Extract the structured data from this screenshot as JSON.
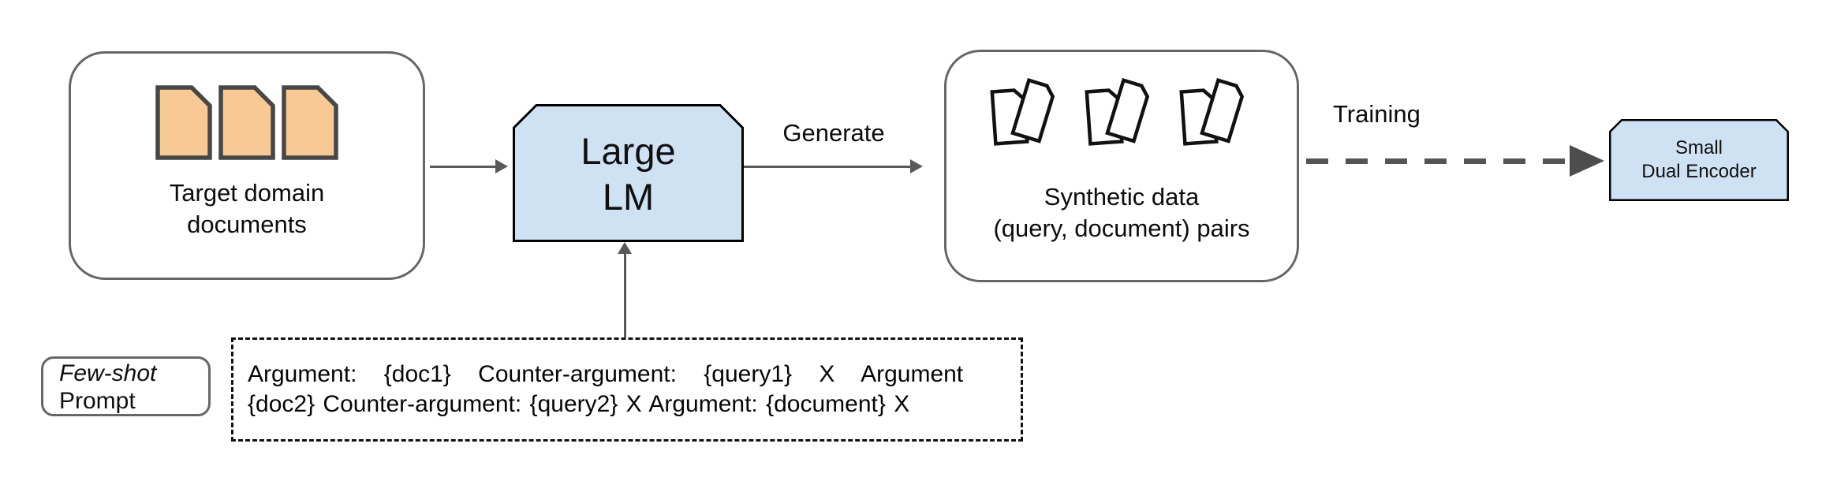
{
  "diagram": {
    "target_documents": {
      "label_line1": "Target domain",
      "label_line2": "documents"
    },
    "large_lm": {
      "label_line1": "Large",
      "label_line2": "LM"
    },
    "generate_label": "Generate",
    "synthetic_data": {
      "label_line1": "Synthetic data",
      "label_line2": "(query, document) pairs"
    },
    "training_label": "Training",
    "small_dual_encoder": {
      "label_line1": "Small",
      "label_line2": "Dual Encoder"
    },
    "few_shot_prompt": {
      "label_line1": "Few-shot",
      "label_line2": "Prompt"
    },
    "prompt_text": {
      "line1": "Argument:  {doc1}  Counter-argument:  {query1}  X  Argument",
      "line2": "{doc2} Counter-argument: {query2} X Argument: {document} X"
    }
  },
  "colors": {
    "document_fill": "#F8C995",
    "document_stroke": "#474747",
    "synthetic_document_fill": "#ffffff",
    "synthetic_document_stroke": "#111111",
    "model_box_fill": "#CFE2F3",
    "model_box_stroke": "#000000",
    "container_border": "#666666",
    "arrow": "#5a5a5a",
    "training_arrow": "#4d4d4d",
    "text": "#0c0c0c"
  }
}
